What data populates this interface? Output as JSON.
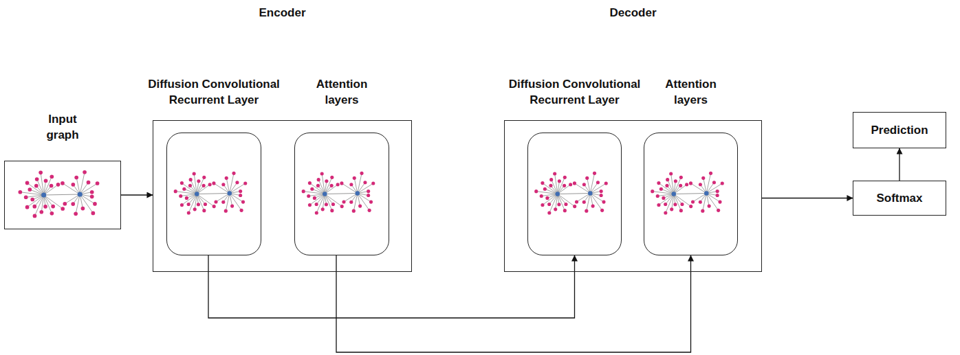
{
  "diagram": {
    "nodes": [
      {
        "text": [
          "Input graph"
        ]
      },
      {
        "text": [
          "Encoder"
        ]
      },
      {
        "text": [
          "Diffusion Convolutional Recurrent Layer"
        ],
        "in": 1
      },
      {
        "text": [
          "Attention layers"
        ],
        "in": 1
      },
      {
        "text": [
          "Decoder"
        ]
      },
      {
        "text": [
          "Diffusion Convolutional Recurrent Layer"
        ],
        "in": 4
      },
      {
        "text": [
          "Attention layers"
        ],
        "in": 4
      },
      {
        "text": [
          "Softmax"
        ]
      },
      {
        "text": [
          "Prediction"
        ]
      }
    ],
    "edges": [
      {
        "from": 0,
        "to": 1,
        "arrow": "to"
      },
      {
        "from": 2,
        "to": 5,
        "arrow": "to"
      },
      {
        "from": 3,
        "to": 6,
        "arrow": "to"
      },
      {
        "from": 4,
        "to": 7,
        "arrow": "to"
      },
      {
        "from": 7,
        "to": 8,
        "arrow": "to"
      }
    ]
  }
}
